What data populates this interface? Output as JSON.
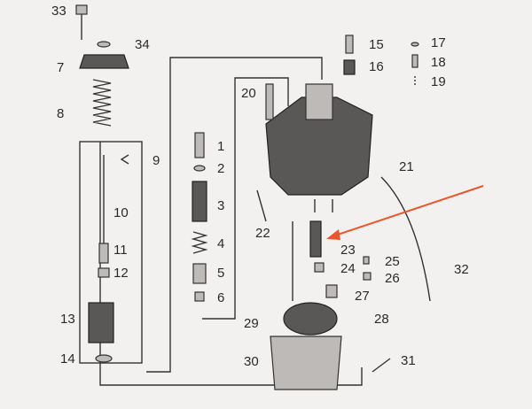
{
  "title": "Carburetor exploded parts diagram",
  "labels": {
    "p1": "1",
    "p2": "2",
    "p3": "3",
    "p4": "4",
    "p5": "5",
    "p6": "6",
    "p7": "7",
    "p8": "8",
    "p9": "9",
    "p10": "10",
    "p11": "11",
    "p12": "12",
    "p13": "13",
    "p14": "14",
    "p15": "15",
    "p16": "16",
    "p17": "17",
    "p18": "18",
    "p19": "19",
    "p20": "20",
    "p21": "21",
    "p22": "22",
    "p23": "23",
    "p24": "24",
    "p25": "25",
    "p26": "26",
    "p27": "27",
    "p28": "28",
    "p29": "29",
    "p30": "30",
    "p31": "31",
    "p32": "32",
    "p33": "33",
    "p34": "34"
  },
  "annotation": {
    "color": "#e8562a",
    "points_to": "23"
  }
}
